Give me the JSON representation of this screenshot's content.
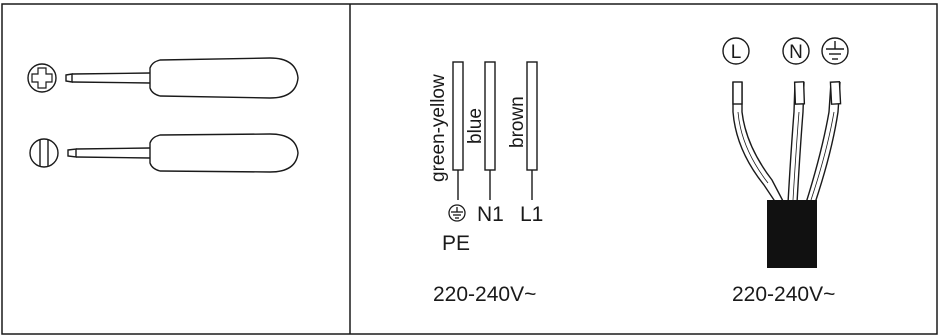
{
  "wire_colors": {
    "earth": "green-yellow",
    "neutral": "blue",
    "live": "brown"
  },
  "terminal_labels": {
    "earth": "PE",
    "neutral": "N1",
    "live": "L1"
  },
  "cable_marks": {
    "live": "L",
    "neutral": "N"
  },
  "voltage": {
    "terminal_block": "220-240V~",
    "cable": "220-240V~"
  },
  "tools": {
    "phillips": "phillips-screwdriver",
    "flat": "flat-screwdriver"
  },
  "colors": {
    "line": "#1a1a1a",
    "sheath": "#111111",
    "background": "#ffffff"
  }
}
